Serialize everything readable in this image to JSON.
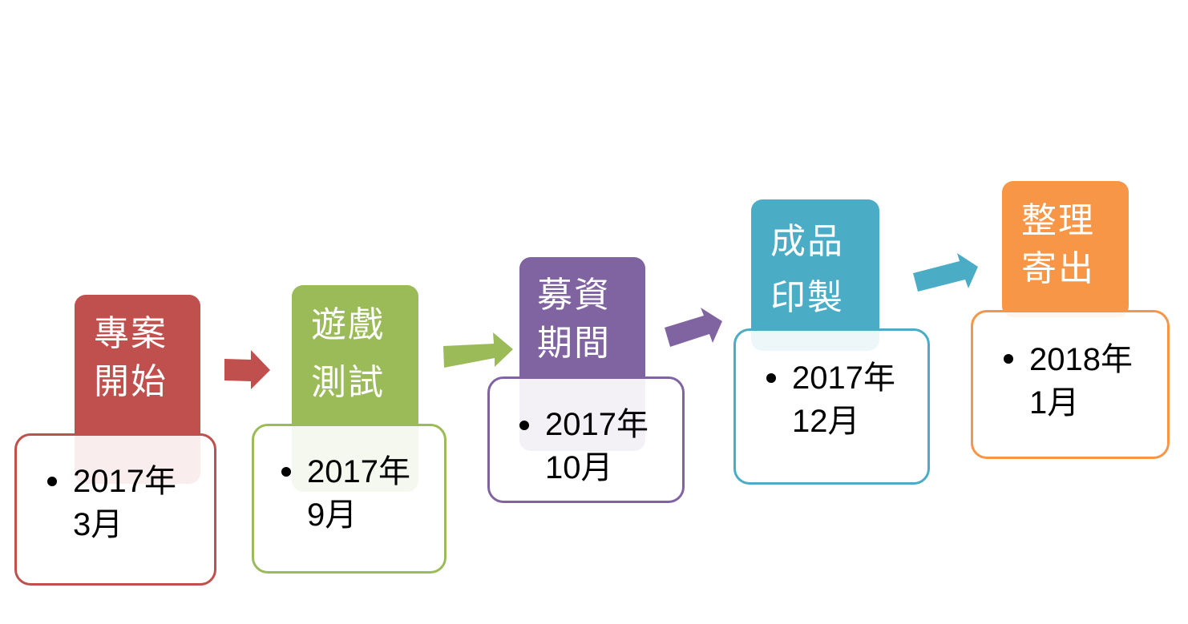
{
  "colors": {
    "red": "#c0504d",
    "green": "#9bbb59",
    "purple": "#8064a2",
    "teal": "#4bacc6",
    "orange": "#f79646"
  },
  "steps": [
    {
      "title_line1": "專案",
      "title_line2": "開始",
      "date_line1": "2017年",
      "date_line2": "3月",
      "color": "#c0504d"
    },
    {
      "title_line1": "遊戲",
      "title_line2": "測試",
      "date_line1": "2017年",
      "date_line2": "9月",
      "color": "#9bbb59"
    },
    {
      "title_line1": "募資",
      "title_line2": "期間",
      "date_line1": "2017年",
      "date_line2": "10月",
      "color": "#8064a2"
    },
    {
      "title_line1": "成品",
      "title_line2": "印製",
      "date_line1": "2017年",
      "date_line2": "12月",
      "color": "#4bacc6"
    },
    {
      "title_line1": "整理",
      "title_line2": "寄出",
      "date_line1": "2018年",
      "date_line2": "1月",
      "color": "#f79646"
    }
  ]
}
